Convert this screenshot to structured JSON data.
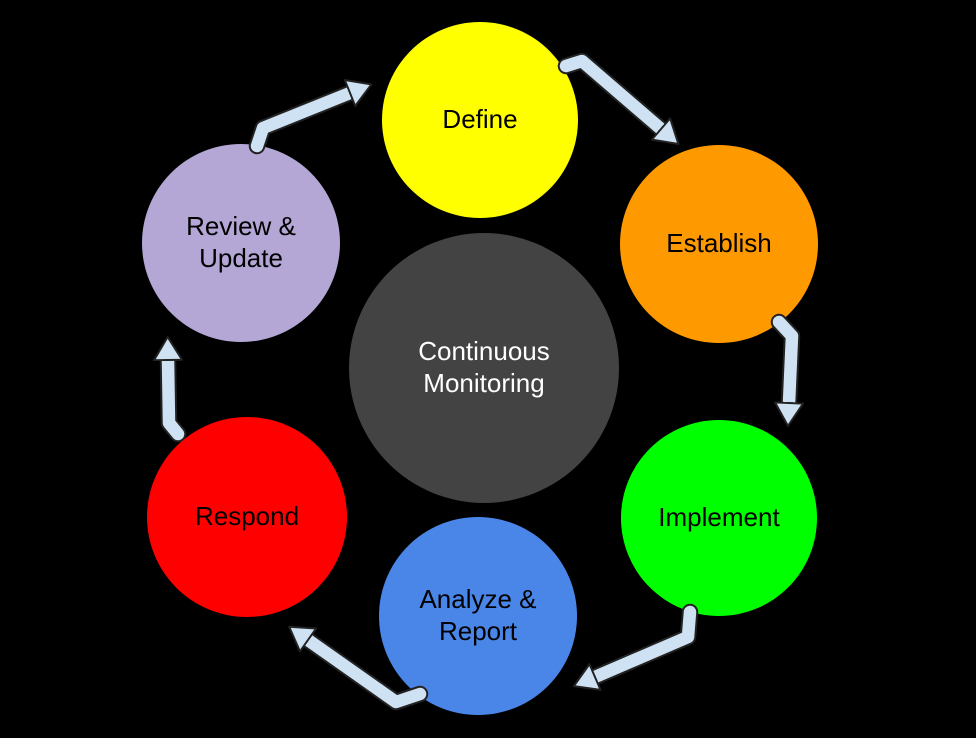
{
  "diagram": {
    "background": "#000000",
    "center": {
      "label": "Continuous Monitoring",
      "fill": "#434343",
      "text_color": "#ffffff"
    },
    "nodes": [
      {
        "id": "define",
        "label": "Define",
        "fill": "#ffff00",
        "text_color": "#000000"
      },
      {
        "id": "establish",
        "label": "Establish",
        "fill": "#ff9900",
        "text_color": "#000000"
      },
      {
        "id": "implement",
        "label": "Implement",
        "fill": "#00ff00",
        "text_color": "#000000"
      },
      {
        "id": "analyze-report",
        "label": "Analyze & Report",
        "fill": "#4a86e8",
        "text_color": "#000000"
      },
      {
        "id": "respond",
        "label": "Respond",
        "fill": "#ff0000",
        "text_color": "#000000"
      },
      {
        "id": "review-update",
        "label": "Review & Update",
        "fill": "#b4a7d6",
        "text_color": "#000000"
      }
    ],
    "arrows": {
      "color": "#cfe2f3",
      "outline": "#222222",
      "sequence": [
        {
          "from": "define",
          "to": "establish"
        },
        {
          "from": "establish",
          "to": "implement"
        },
        {
          "from": "implement",
          "to": "analyze-report"
        },
        {
          "from": "analyze-report",
          "to": "respond"
        },
        {
          "from": "respond",
          "to": "review-update"
        },
        {
          "from": "review-update",
          "to": "define"
        }
      ]
    }
  }
}
